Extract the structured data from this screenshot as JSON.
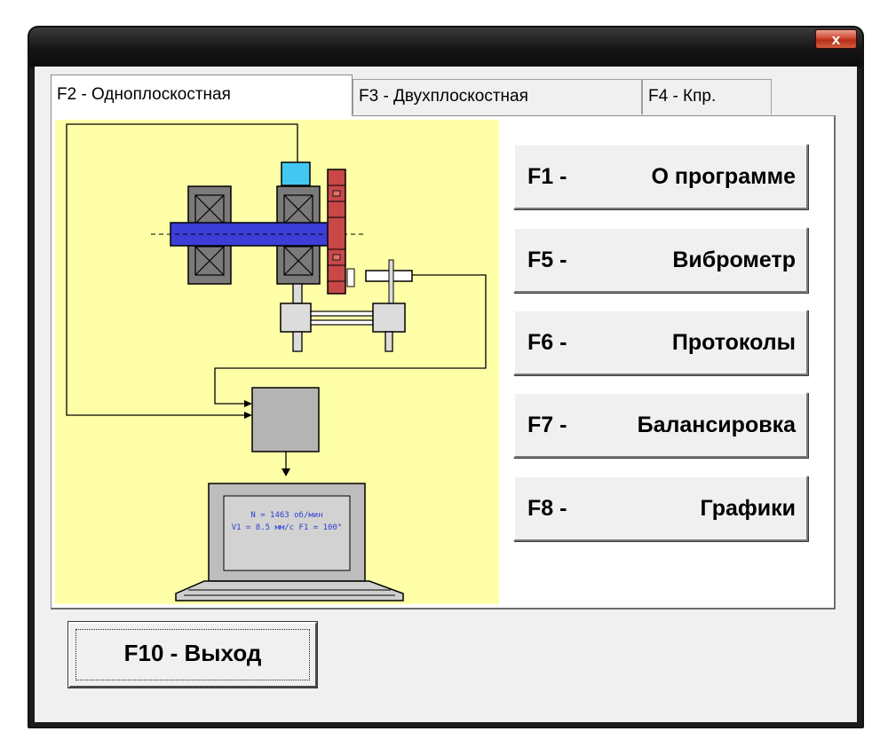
{
  "window": {
    "close_label": "x"
  },
  "tabs": [
    {
      "label": "F2 - Одноплоскостная",
      "active": true
    },
    {
      "label": "F3 - Двухплоскостная",
      "active": false
    },
    {
      "label": "F4 - Кпр.",
      "active": false
    }
  ],
  "buttons": {
    "f1": {
      "key": "F1 -",
      "label": "О программе"
    },
    "f5": {
      "key": "F5 -",
      "label": "Виброметр"
    },
    "f6": {
      "key": "F6 -",
      "label": "Протоколы"
    },
    "f7": {
      "key": "F7 -",
      "label": "Балансировка"
    },
    "f8": {
      "key": "F8 -",
      "label": "Графики"
    }
  },
  "exit_button": {
    "label": "F10 - Выход"
  },
  "laptop_screen": {
    "line1": "N = 1463 об/мин",
    "line2": "V1 = 8.5 мм/с   F1 = 100°"
  },
  "colors": {
    "diagram_bg": "#ffffa8",
    "shaft": "#3d3dd8",
    "sensor": "#42c8f0",
    "rotor_disc": "#c84848"
  }
}
